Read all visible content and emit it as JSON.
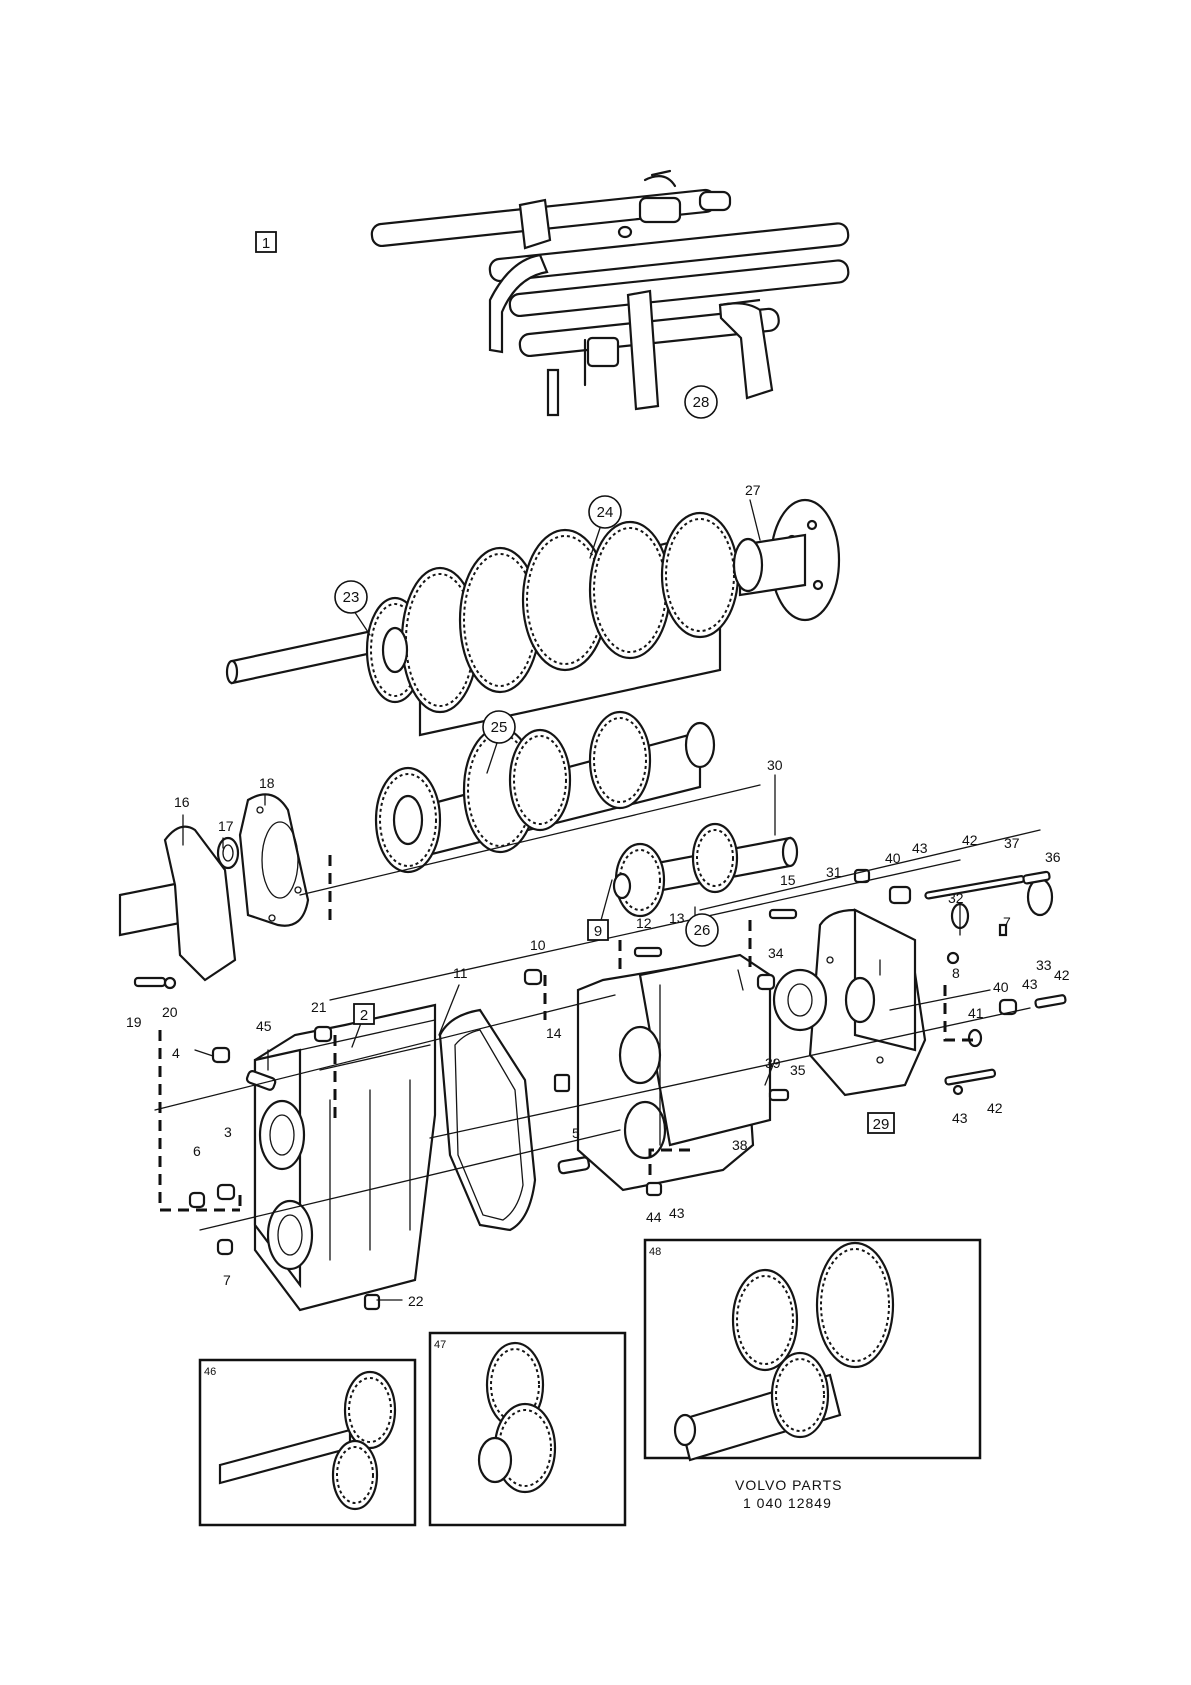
{
  "boxed_callouts": [
    "1",
    "2",
    "9",
    "29"
  ],
  "circled_callouts": [
    "23",
    "24",
    "25",
    "26",
    "28"
  ],
  "part_numbers": [
    "3",
    "4",
    "5",
    "6",
    "7",
    "7",
    "8",
    "10",
    "11",
    "12",
    "13",
    "14",
    "15",
    "16",
    "17",
    "18",
    "19",
    "20",
    "21",
    "22",
    "27",
    "30",
    "31",
    "32",
    "33",
    "34",
    "35",
    "36",
    "37",
    "38",
    "39",
    "40",
    "40",
    "41",
    "42",
    "42",
    "42",
    "43",
    "43",
    "43",
    "43",
    "44",
    "45"
  ],
  "insets": [
    "46",
    "47",
    "48"
  ],
  "footer": {
    "line1": "VOLVO  PARTS",
    "line2": "1  040     12849"
  }
}
